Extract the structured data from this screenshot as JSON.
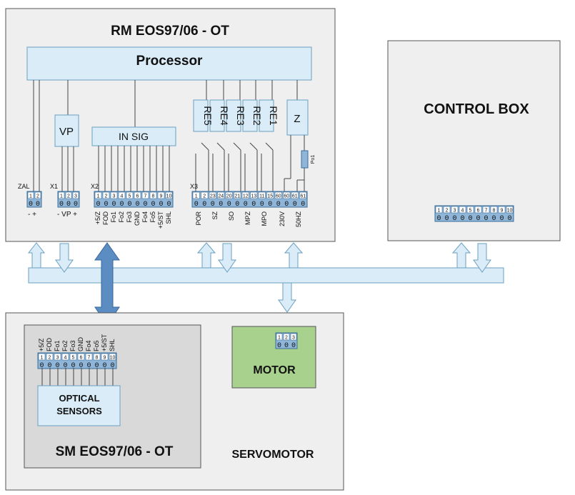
{
  "colors": {
    "panel_fill": "#efefef",
    "panel_stroke": "#555555",
    "accent_fill": "#d9ecf7",
    "accent_stroke": "#6a9fc2",
    "terminal_fill": "#8fb6d8",
    "terminal_stroke": "#3c6e99",
    "bus_arrow_fill": "#5b8cc2",
    "motor_fill": "#a9d18e",
    "sm_inner_fill": "#d9d9d9"
  },
  "rm": {
    "title": "RM EOS97/06 - OT",
    "processor": "Processor",
    "vp": "VP",
    "in_sig": "IN SIG",
    "relays": [
      "RE5",
      "RE4",
      "RE3",
      "RE2",
      "RE1"
    ],
    "z": "Z",
    "fuse": "Po1",
    "connectors": {
      "zal": {
        "label": "ZAL",
        "pins": [
          "1",
          "2"
        ],
        "bottom": "-  +"
      },
      "x1": {
        "label": "X1",
        "pins": [
          "1",
          "2",
          "3"
        ],
        "bottom": "- VP +"
      },
      "x2": {
        "label": "X2",
        "pins": [
          "1",
          "2",
          "3",
          "4",
          "5",
          "6",
          "7",
          "8",
          "9",
          "10"
        ],
        "signals": [
          "+5/Z",
          "FOD",
          "Fo1",
          "Fo2",
          "Fo3",
          "GND",
          "Fo4",
          "Fo5",
          "+5/ST",
          "SHL"
        ]
      },
      "x3": {
        "label": "X3",
        "pins": [
          "1",
          "2",
          "23",
          "24",
          "20",
          "21",
          "12",
          "13",
          "11",
          "15",
          "60",
          "60",
          "61",
          "61"
        ],
        "signals": [
          "POR",
          "SZ",
          "SO",
          "MPZ",
          "MPO",
          "230V",
          "50HZ"
        ]
      }
    }
  },
  "control_box": {
    "title": "CONTROL BOX",
    "pins": [
      "1",
      "2",
      "3",
      "4",
      "5",
      "6",
      "7",
      "8",
      "9",
      "10"
    ]
  },
  "sm": {
    "title": "SM EOS97/06 - OT",
    "optical_sensors": [
      "OPTICAL",
      "SENSORS"
    ],
    "pins": [
      "1",
      "2",
      "3",
      "4",
      "5",
      "6",
      "7",
      "8",
      "9",
      "10"
    ],
    "signals": [
      "+5/Z",
      "FOD",
      "Fo1",
      "Fo2",
      "Fo3",
      "GND",
      "Fo4",
      "Fo5",
      "+5/ST",
      "SHL"
    ]
  },
  "servomotor": {
    "title": "SERVOMOTOR",
    "motor": "MOTOR",
    "pins": [
      "1",
      "2",
      "3"
    ]
  }
}
